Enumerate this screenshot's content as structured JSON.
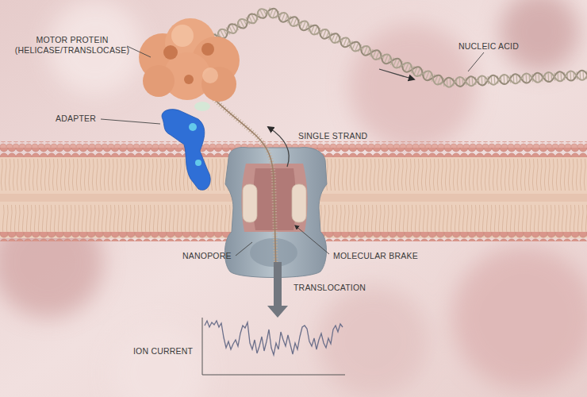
{
  "diagram": {
    "labels": [
      "MOTOR PROTEIN (HELICASE/TRANSLOCASE)",
      "NUCLEIC ACID",
      "ADAPTER",
      "SINGLE STRAND",
      "NANOPORE",
      "MOLECULAR BRAKE",
      "TRANSLOCATION",
      "ION CURRENT"
    ]
  }
}
